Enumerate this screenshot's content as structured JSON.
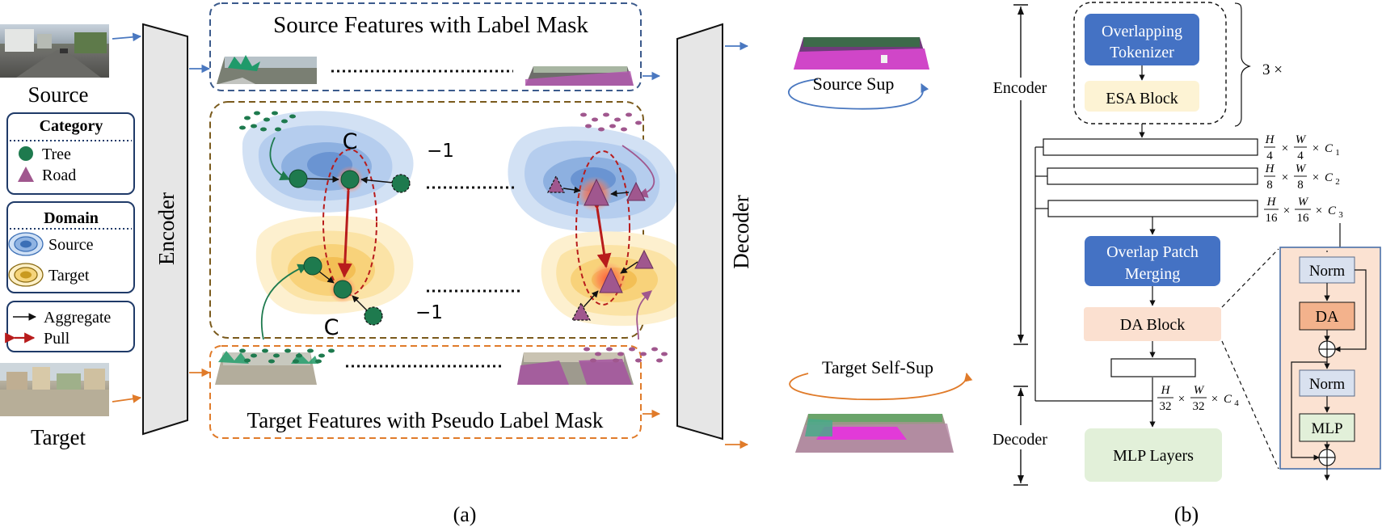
{
  "panel_a": {
    "source_label": "Source",
    "target_label": "Target",
    "category_legend": {
      "title": "Category",
      "items": [
        "Tree",
        "Road"
      ]
    },
    "domain_legend": {
      "title": "Domain",
      "items": [
        "Source",
        "Target"
      ]
    },
    "op_legend": {
      "items": [
        "Aggregate",
        "Pull"
      ]
    },
    "encoder_label": "Encoder",
    "decoder_label": "Decoder",
    "source_features_title": "Source Features with Label Mask",
    "target_features_title": "Target Features with Pseudo Label Mask",
    "source_sup": "Source Sup",
    "target_self_sup": "Target Self-Sup",
    "marker_c_top": "C",
    "marker_c_bottom": "C",
    "marker_neg1_top": "−1",
    "marker_neg1_bottom": "−1",
    "caption": "(a)"
  },
  "panel_b": {
    "encoder_label": "Encoder",
    "decoder_label": "Decoder",
    "overlapping_tokenizer": [
      "Overlapping",
      "Tokenizer"
    ],
    "esa_block": "ESA Block",
    "repeat": "3 ×",
    "feature_dims": [
      {
        "num_h": "H",
        "den_h": "4",
        "num_w": "W",
        "den_w": "4",
        "c": "C",
        "sub": "1"
      },
      {
        "num_h": "H",
        "den_h": "8",
        "num_w": "W",
        "den_w": "8",
        "c": "C",
        "sub": "2"
      },
      {
        "num_h": "H",
        "den_h": "16",
        "num_w": "W",
        "den_w": "16",
        "c": "C",
        "sub": "3"
      },
      {
        "num_h": "H",
        "den_h": "32",
        "num_w": "W",
        "den_w": "32",
        "c": "C",
        "sub": "4"
      }
    ],
    "overlap_patch_merging": [
      "Overlap Patch",
      "Merging"
    ],
    "da_block": "DA Block",
    "mlp_layers": "MLP Layers",
    "detail": {
      "norm1": "Norm",
      "da": "DA",
      "norm2": "Norm",
      "mlp": "MLP"
    },
    "caption": "(b)"
  },
  "colors": {
    "blue_dash": "#3b5a8c",
    "brown_dash": "#7a5a1c",
    "orange_dash": "#e07b2a",
    "tree_green": "#1e7a4e",
    "road_purple": "#a0578e",
    "block_blue": "#4472c4",
    "esa_yellow": "#fdf3d4",
    "da_peach": "#fbe0d0",
    "mlp_green": "#e2f0d9",
    "pull_red": "#b81c1c"
  }
}
